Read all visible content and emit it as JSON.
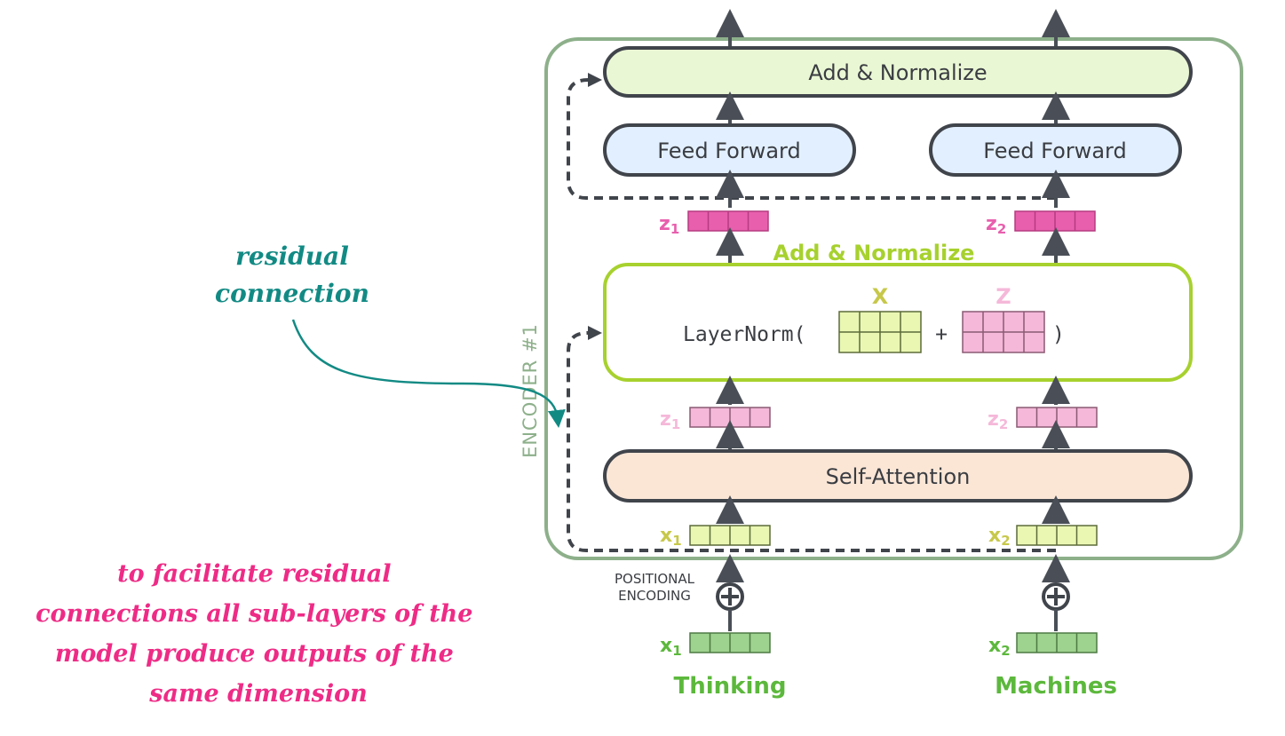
{
  "encoder_label": "ENCODER #1",
  "blocks": {
    "add_norm_top": "Add & Normalize",
    "feed_forward_1": "Feed Forward",
    "feed_forward_2": "Feed Forward",
    "add_norm_mid": "Add & Normalize",
    "self_attention": "Self-Attention"
  },
  "layernorm": {
    "prefix": "LayerNorm(",
    "plus": "+",
    "suffix": ")",
    "x_label": "X",
    "z_label": "Z"
  },
  "vectors": {
    "z_out_1": "z",
    "z_out_1_sub": "1",
    "z_out_2": "z",
    "z_out_2_sub": "2",
    "z_in_1": "z",
    "z_in_1_sub": "1",
    "z_in_2": "z",
    "z_in_2_sub": "2",
    "x_enc_1": "x",
    "x_enc_1_sub": "1",
    "x_enc_2": "x",
    "x_enc_2_sub": "2",
    "x_emb_1": "x",
    "x_emb_1_sub": "1",
    "x_emb_2": "x",
    "x_emb_2_sub": "2"
  },
  "positional_encoding": {
    "line1": "POSITIONAL",
    "line2": "ENCODING"
  },
  "words": {
    "word_1": "Thinking",
    "word_2": "Machines"
  },
  "annotations": {
    "residual_line1": "residual",
    "residual_line2": "connection",
    "note_line1": "to facilitate residual",
    "note_line2": "connections all sub-layers of the",
    "note_line3": "model produce outputs of the",
    "note_line4": "same dimension"
  },
  "colors": {
    "encoder_border": "#8db08a",
    "add_norm_fill": "#eaf7d4",
    "feed_forward_fill": "#e2efff",
    "self_attention_fill": "#fbe6d6",
    "layernorm_border": "#a7d12e",
    "z_dark": "#e85fae",
    "z_light": "#f5b8d9",
    "x_light": "#e9f7b3",
    "x_embed": "#9ed28f",
    "word_green": "#5cb83c",
    "residual_teal": "#128a84",
    "note_pink": "#ee2b86",
    "arrow_gray": "#4a4f57"
  }
}
